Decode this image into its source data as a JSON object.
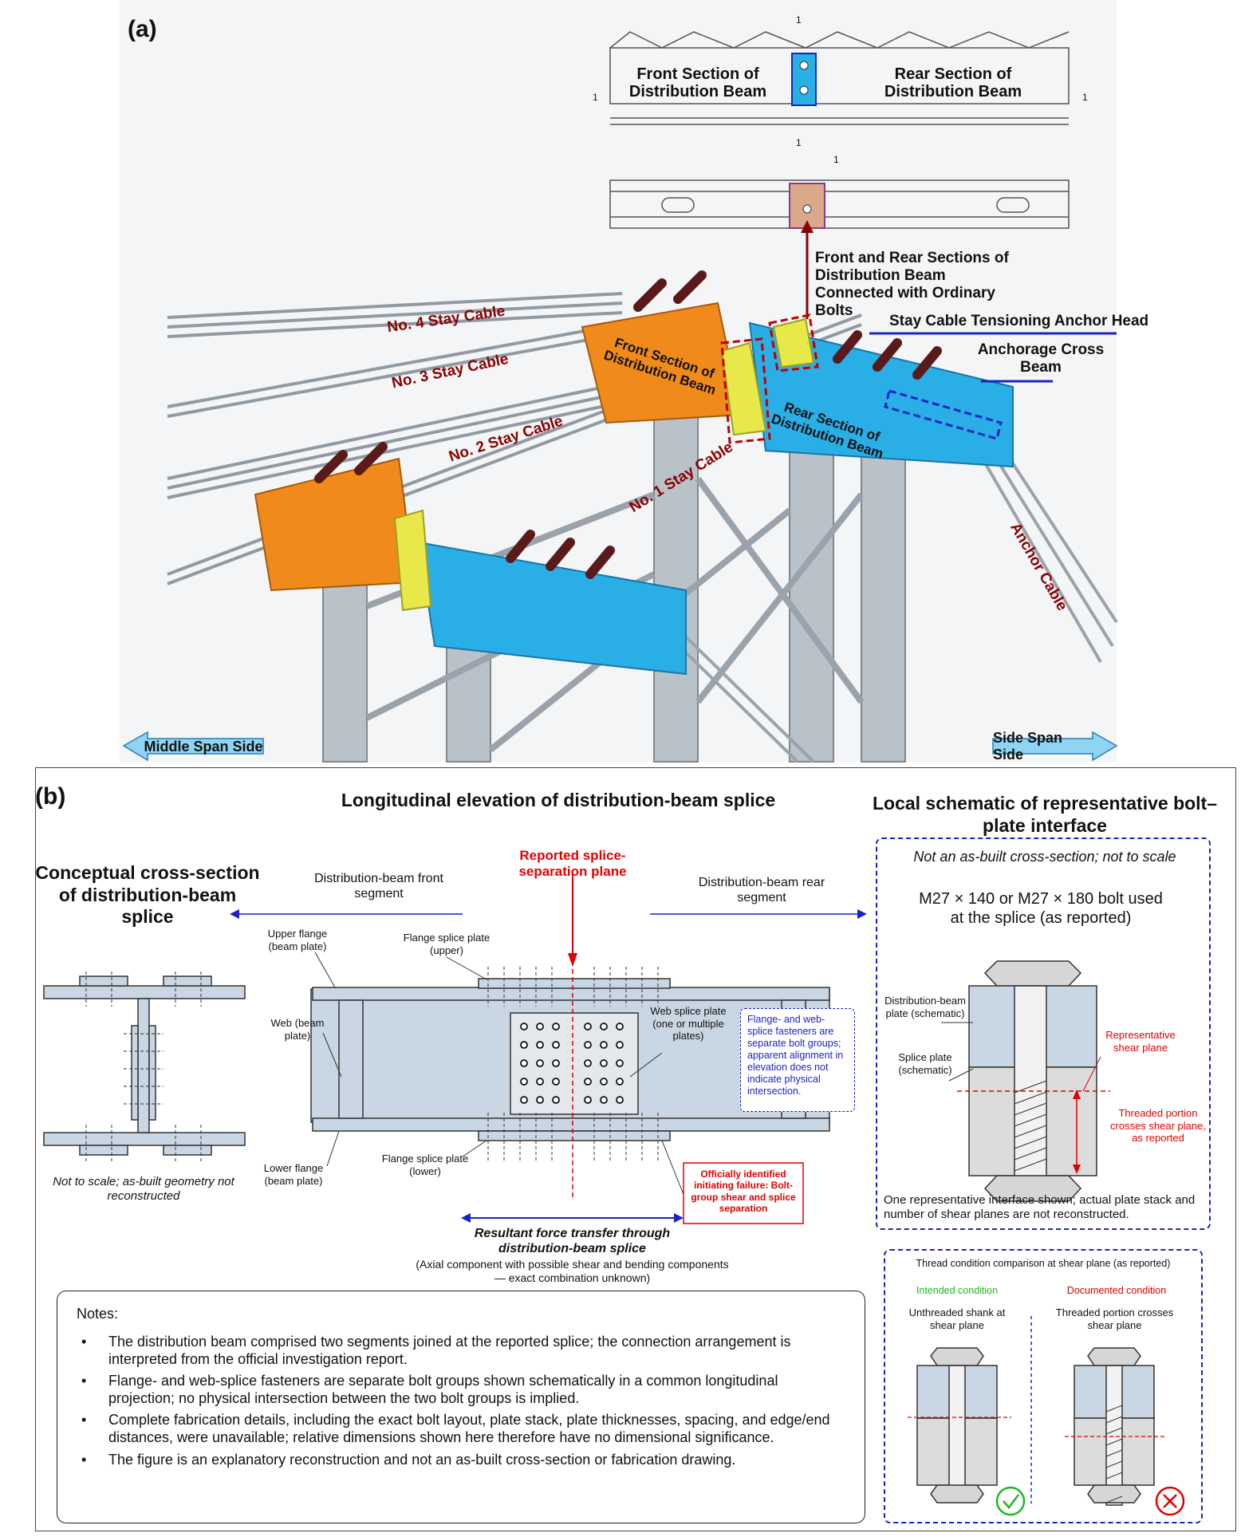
{
  "panel_a": {
    "letter": "(a)",
    "drawing_labels": {
      "front_section": "Front Section of Distribution Beam",
      "rear_section": "Rear Section of Distribution Beam",
      "section_marks": [
        "1",
        "1",
        "1",
        "1",
        "1"
      ]
    },
    "callouts": {
      "connection": "Front and Rear Sections of Distribution Beam Connected with Ordinary Bolts",
      "tension_head": "Stay Cable Tensioning Anchor Head",
      "anchorage_beam": "Anchorage Cross Beam",
      "front_section_3d": "Front Section of Distribution Beam",
      "rear_section_3d": "Rear Section of Distribution Beam"
    },
    "cables": [
      "No. 4 Stay Cable",
      "No. 3 Stay Cable",
      "No. 2 Stay Cable",
      "No. 1 Stay Cable",
      "Anchor Cable"
    ],
    "direction_left": "Middle Span Side",
    "direction_right": "Side Span Side"
  },
  "panel_b": {
    "letter": "(b)",
    "elevation_title": "Longitudinal elevation of distribution-beam splice",
    "cross_section": {
      "title": "Conceptual cross-section of distribution-beam splice",
      "note": "Not to scale; as-built geometry not reconstructed"
    },
    "elevation": {
      "splice_plane": "Reported splice-separation plane",
      "front_segment": "Distribution-beam front segment",
      "rear_segment": "Distribution-beam rear segment",
      "upper_flange": "Upper flange (beam plate)",
      "flange_splice_upper": "Flange splice plate (upper)",
      "web": "Web (beam plate)",
      "web_splice": "Web splice plate (one or multiple plates)",
      "bolt_group_note": "Flange- and web-splice fasteners are separate bolt groups; apparent alignment in elevation does not indicate physical intersection.",
      "lower_flange": "Lower flange (beam plate)",
      "flange_splice_lower": "Flange splice plate (lower)",
      "failure": "Officially identified initiating failure: Bolt-group shear and splice separation",
      "resultant": "Resultant force transfer through distribution-beam splice",
      "resultant_note": "(Axial component with possible shear and bending components — exact combination unknown)"
    },
    "local_schematic": {
      "title": "Local schematic of representative bolt–plate interface",
      "subtitle": "Not an as-built cross-section; not to scale",
      "bolt_spec": "M27 × 140 or M27 × 180 bolt used at the splice (as reported)",
      "beam_plate": "Distribution-beam plate (schematic)",
      "splice_plate": "Splice plate (schematic)",
      "shear_plane": "Representative shear plane",
      "threaded": "Threaded portion crosses shear plane, as reported",
      "footnote": "One representative interface shown; actual plate stack and number of shear planes are not reconstructed."
    },
    "thread_comparison": {
      "title": "Thread condition comparison at shear plane (as reported)",
      "intended_head": "Intended condition",
      "intended_desc": "Unthreaded shank at shear plane",
      "documented_head": "Documented condition",
      "documented_desc": "Threaded portion crosses shear plane"
    },
    "notes": {
      "head": "Notes:",
      "items": [
        "The distribution beam comprised two segments joined at the reported splice; the connection arrangement is interpreted from the official investigation report.",
        "Flange- and web-splice fasteners are separate bolt groups shown schematically in a common longitudinal projection; no physical intersection between the two bolt groups is implied.",
        "Complete fabrication details, including the exact bolt layout, plate stack, plate thicknesses, spacing, and edge/end distances, were unavailable; relative dimensions shown here therefore have no dimensional significance.",
        "The figure is an explanatory reconstruction and not an as-built cross-section or fabrication drawing."
      ]
    }
  },
  "colors": {
    "orange": "#f08a1a",
    "cyan": "#2aaee6",
    "steel": "#b9c1c9",
    "plate": "#c9d6e3",
    "dark_red": "#8b0000",
    "red": "#e00000",
    "blue": "#1a24c4",
    "green": "#1fb81f"
  }
}
